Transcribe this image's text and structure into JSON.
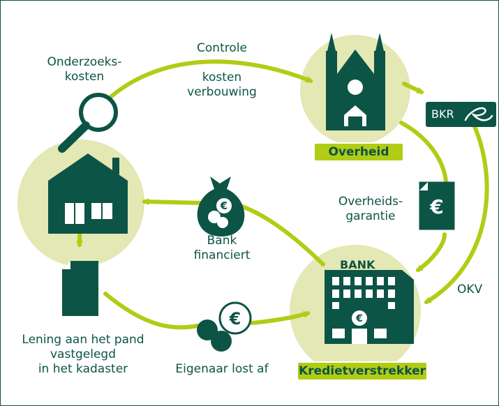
{
  "colors": {
    "dark_green": "#0c5446",
    "lime": "#b2cc15",
    "light_circle": "#e3e8b4",
    "white": "#ffffff"
  },
  "labels": {
    "onderzoekskosten": [
      "Onderzoeks-",
      "kosten"
    ],
    "controle": "Controle",
    "kosten_verbouwing": [
      "kosten",
      "verbouwing"
    ],
    "overheid": "Overheid",
    "bkr": "BKR",
    "overheidsgarantie": [
      "Overheids-",
      "garantie"
    ],
    "bank_financiert": [
      "Bank",
      "financiert"
    ],
    "bank_sign": "BANK",
    "okv": "OKV",
    "kredietverstrekker": "Kredietverstrekker",
    "lening": [
      "Lening aan het pand",
      "vastgelegd",
      "in het kadaster"
    ],
    "eigenaar_lost_af": "Eigenaar lost af"
  },
  "icons": {
    "magnifier": "magnifying-glass-icon",
    "church": "government-building-icon",
    "signature": "signature-icon",
    "document_euro": "euro-document-icon",
    "money_bag": "money-bag-euro-icon",
    "bank_building": "bank-building-icon",
    "house": "house-icon",
    "contract": "contract-document-icon",
    "coins": "euro-coins-icon",
    "euro_symbol": "€"
  }
}
